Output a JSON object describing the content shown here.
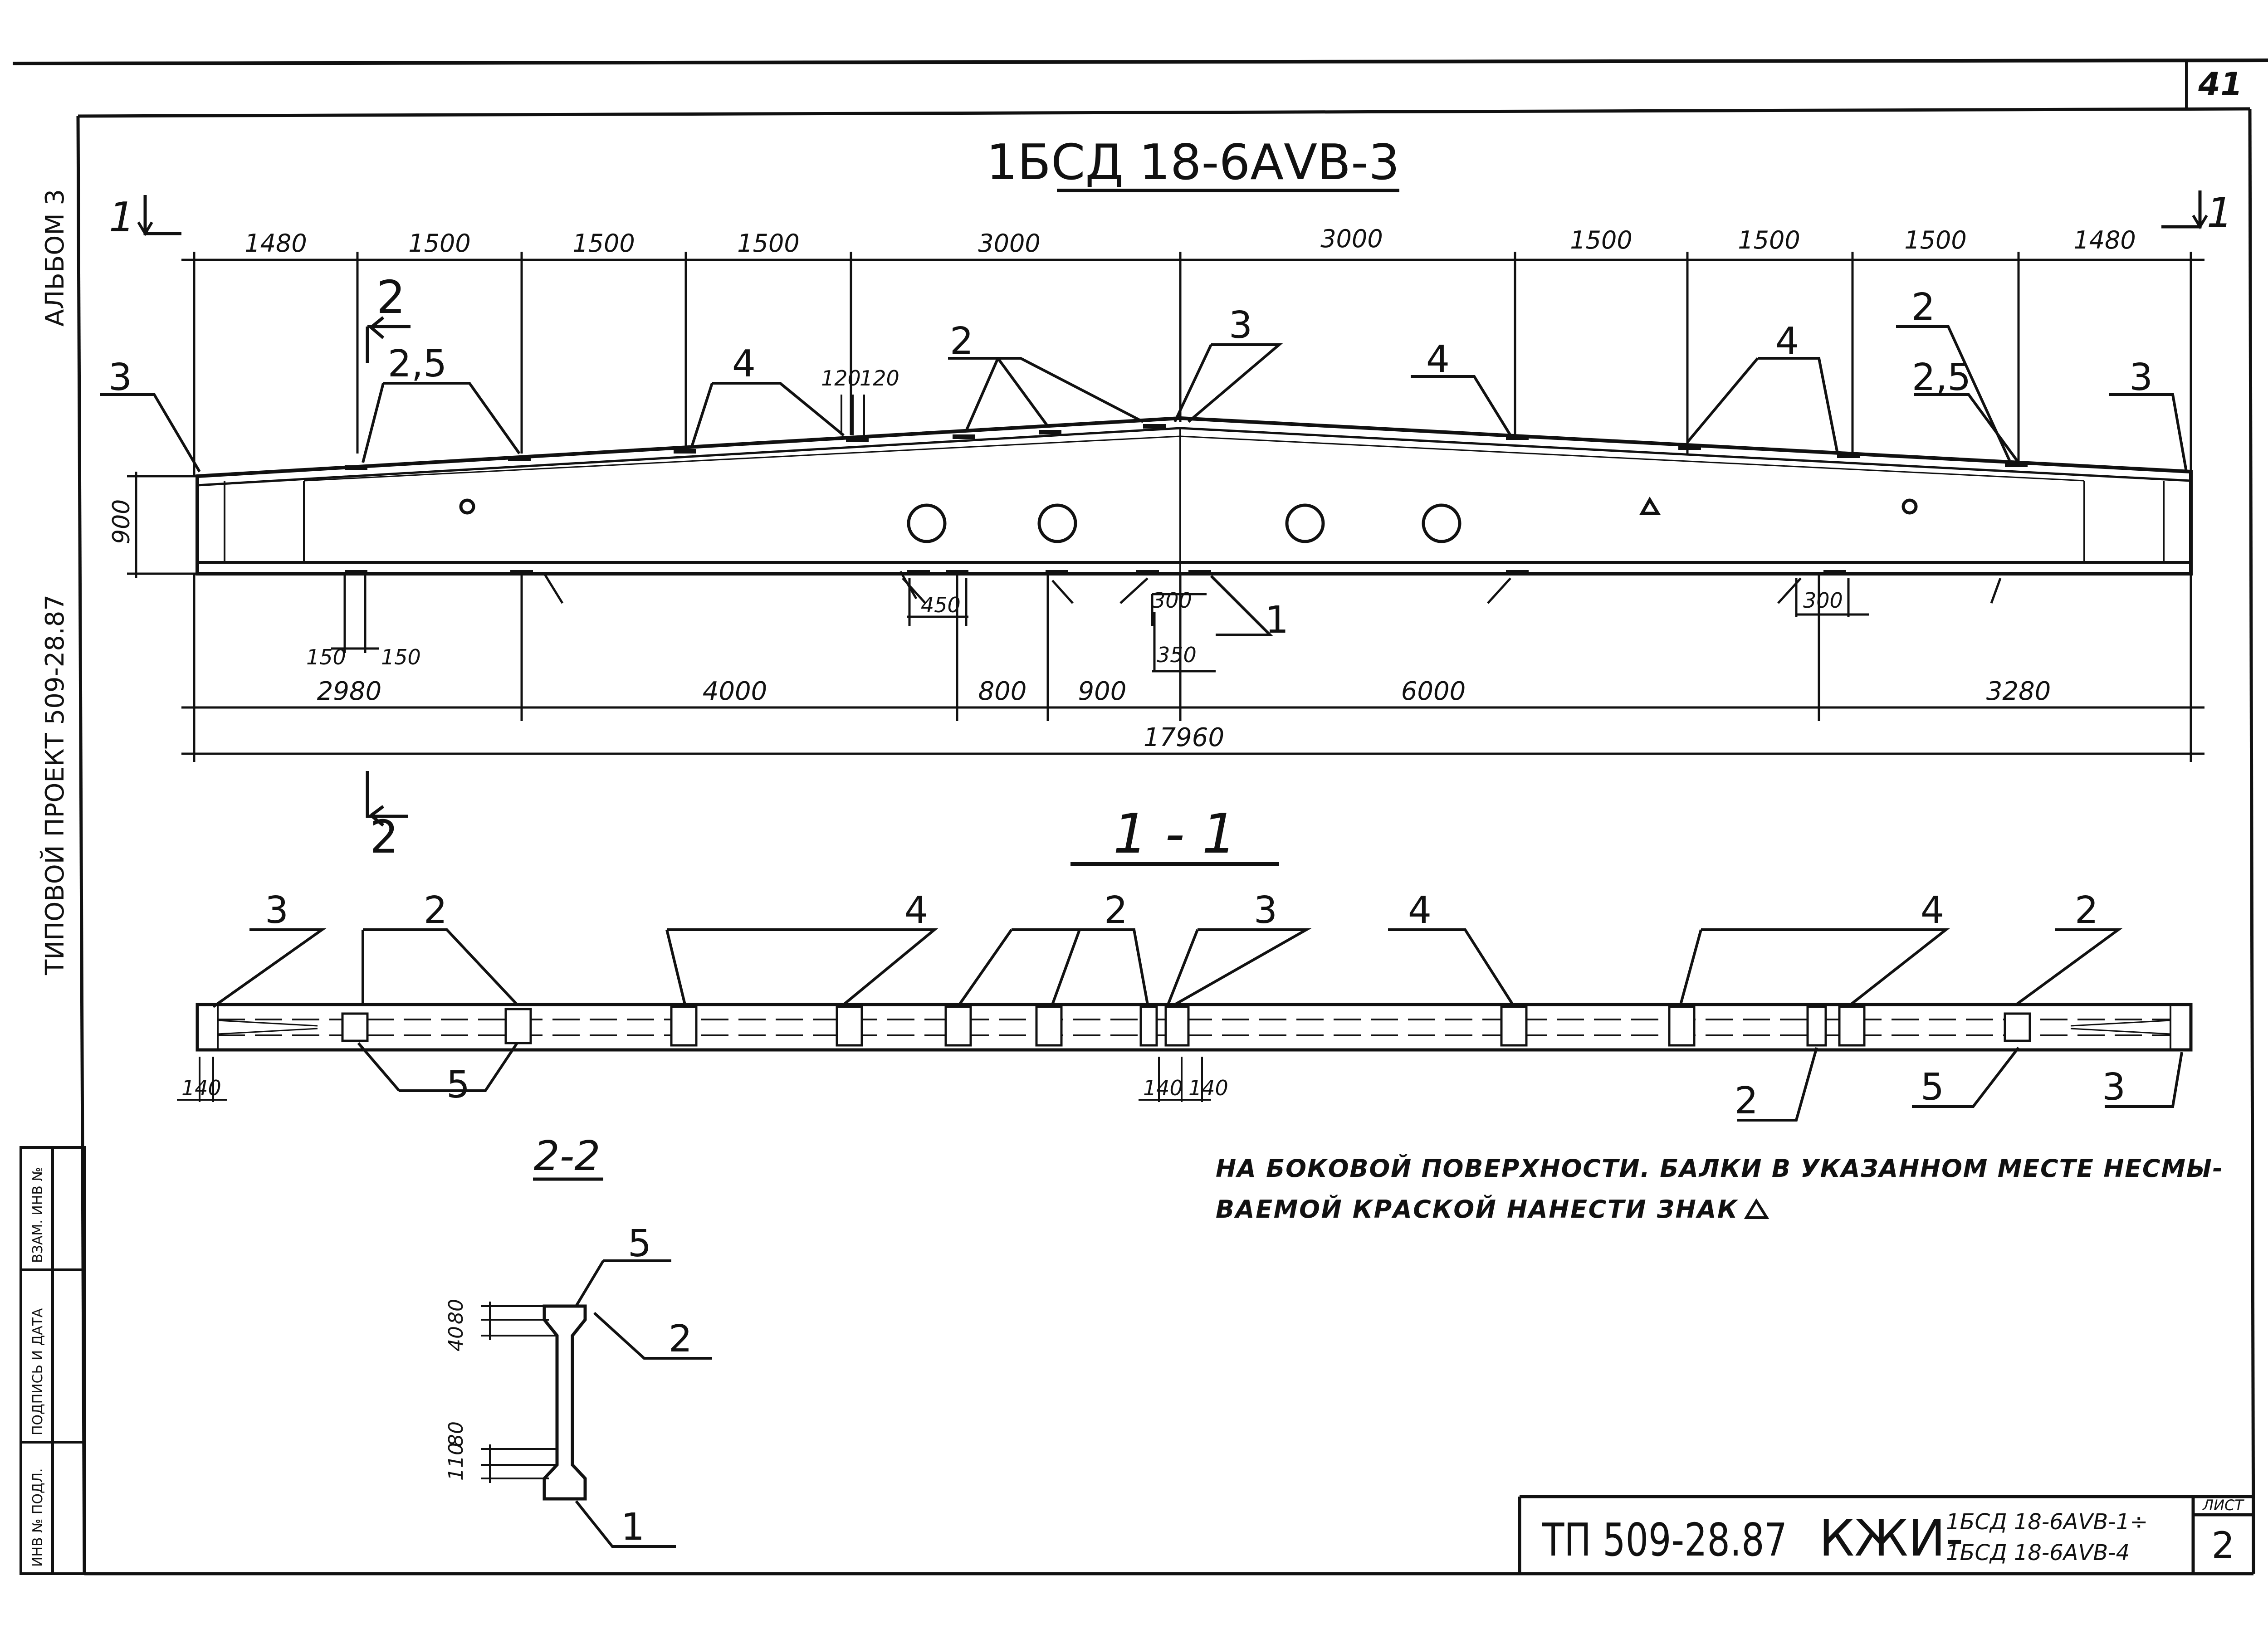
{
  "sheet": {
    "page_number": "41",
    "side_album": "АЛЬБОМ 3",
    "side_project": "ТИПОВОЙ ПРОЕКТ 509-28.87",
    "stamp": {
      "col1": "ИНВ № ПОДЛ.",
      "col2": "ПОДПИСЬ И ДАТА",
      "col3": "ВЗАМ. ИНВ №"
    }
  },
  "elevation": {
    "title": "1БСД 18-6АVВ-3",
    "section_mark": "1",
    "section_mark_right": "1",
    "section22_mark": "2",
    "top_dims": [
      "1480",
      "1500",
      "1500",
      "1500",
      "3000",
      "3000",
      "1500",
      "1500",
      "1500",
      "1480"
    ],
    "bottom_dims": [
      "2980",
      "4000",
      "800",
      "900",
      "6000",
      "3280"
    ],
    "overall_dim": "17960",
    "height_dim": "900",
    "small_dims": {
      "d150a": "150",
      "d150b": "150",
      "d450": "450",
      "d300a": "300",
      "d350": "350",
      "d300b": "300",
      "d120a": "120",
      "d120b": "120"
    },
    "leaders": {
      "l3": "3",
      "l25": "2,5",
      "l4": "4",
      "l2": "2",
      "l1": "1"
    }
  },
  "section11": {
    "title": "1 - 1",
    "leaders": {
      "l3": "3",
      "l2": "2",
      "l4": "4",
      "l5": "5"
    },
    "dims": {
      "d140a": "140",
      "d140b": "140",
      "d140c": "140"
    }
  },
  "section22": {
    "title": "2-2",
    "dims": {
      "d40": "40",
      "d80a": "80",
      "d110": "110",
      "d80b": "80"
    },
    "leaders": {
      "l5": "5",
      "l2": "2",
      "l1": "1"
    }
  },
  "note": {
    "line1": "НА БОКОВОЙ ПОВЕРХНОСТИ. БАЛКИ В УКАЗАННОМ МЕСТЕ НЕСМЫ-",
    "line2": "ВАЕМОЙ КРАСКОЙ НАНЕСТИ ЗНАК"
  },
  "title_block": {
    "code": "ТП 509-28.87",
    "doc": "КЖИ-",
    "range_top": "1БСД 18-6АVВ-1÷",
    "range_bottom": "1БСД 18-6АVВ-4",
    "sheet_label": "ЛИСТ",
    "sheet_no": "2"
  }
}
